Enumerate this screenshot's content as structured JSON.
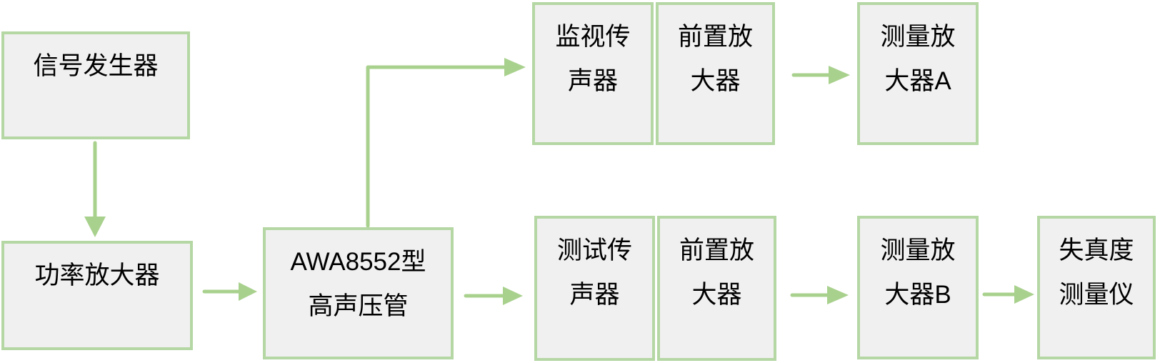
{
  "title": "AWA8552 high-sound-pressure tube distortion measurement block diagram",
  "colors": {
    "background": "#ffffff",
    "box_fill": "#f0f0f0",
    "box_border": "#b5d7a4",
    "arrow": "#a9d18e",
    "text": "#000000"
  },
  "boxes": {
    "signal_generator": {
      "lines": [
        "信号发生器"
      ]
    },
    "power_amplifier": {
      "lines": [
        "功率放大器"
      ]
    },
    "awa_tube": {
      "lines": [
        "AWA8552型",
        "高声压管"
      ]
    },
    "monitor_mic": {
      "lines": [
        "监视传",
        "声器"
      ]
    },
    "preamp_top": {
      "lines": [
        "前置放",
        "大器"
      ]
    },
    "meas_amp_a": {
      "lines": [
        "测量放",
        "大器A"
      ]
    },
    "test_mic": {
      "lines": [
        "测试传",
        "声器"
      ]
    },
    "preamp_bottom": {
      "lines": [
        "前置放",
        "大器"
      ]
    },
    "meas_amp_b": {
      "lines": [
        "测量放",
        "大器B"
      ]
    },
    "distortion_meter": {
      "lines": [
        "失真度",
        "测量仪"
      ]
    }
  }
}
